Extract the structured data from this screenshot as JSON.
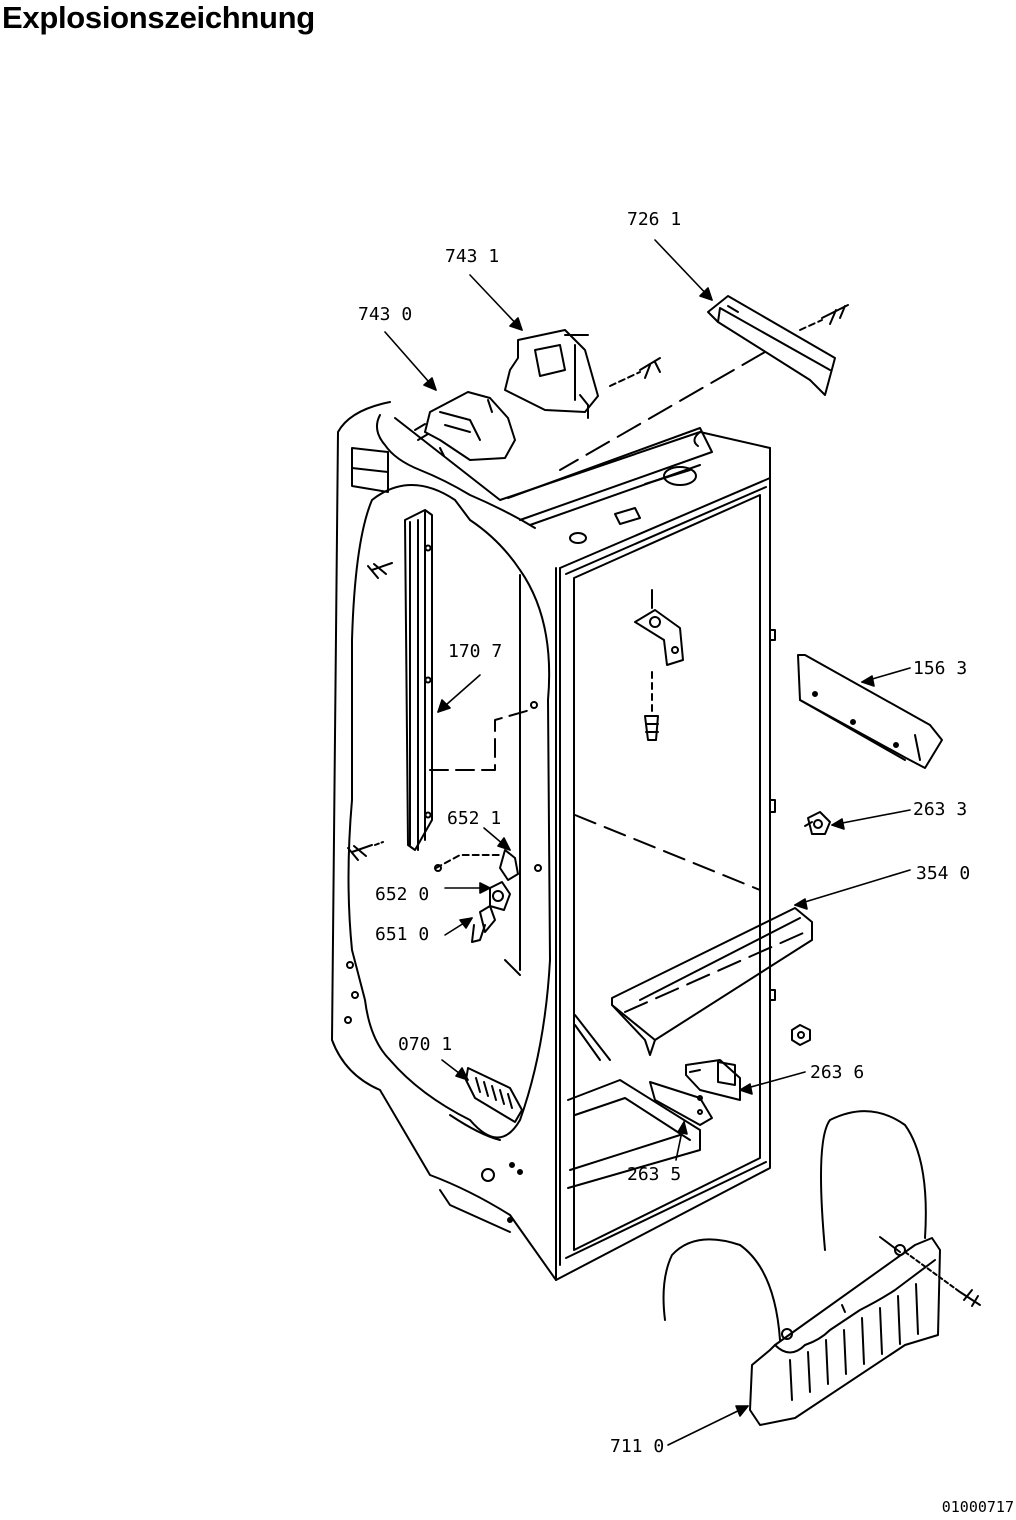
{
  "page": {
    "title": "Explosionszeichnung",
    "document_number": "01000717"
  },
  "diagram": {
    "callouts": [
      {
        "id": "c7261",
        "label": "726 1",
        "part": "top-rail"
      },
      {
        "id": "c7431",
        "label": "743 1",
        "part": "control-bracket"
      },
      {
        "id": "c7430",
        "label": "743 0",
        "part": "control-housing"
      },
      {
        "id": "c1707",
        "label": "170 7",
        "part": "vertical-rail"
      },
      {
        "id": "c1563",
        "label": "156 3",
        "part": "rail-bracket"
      },
      {
        "id": "c2633",
        "label": "263 3",
        "part": "plug"
      },
      {
        "id": "c6521",
        "label": "652 1",
        "part": "clip"
      },
      {
        "id": "c6520",
        "label": "652 0",
        "part": "bushing"
      },
      {
        "id": "c6510",
        "label": "651 0",
        "part": "pin"
      },
      {
        "id": "c3540",
        "label": "354 0",
        "part": "cross-rail"
      },
      {
        "id": "c0701",
        "label": "070 1",
        "part": "vent-grille"
      },
      {
        "id": "c2636",
        "label": "263 6",
        "part": "lower-bracket"
      },
      {
        "id": "c2635",
        "label": "263 5",
        "part": "floor-bracket"
      },
      {
        "id": "c7110",
        "label": "711 0",
        "part": "condenser"
      }
    ]
  }
}
